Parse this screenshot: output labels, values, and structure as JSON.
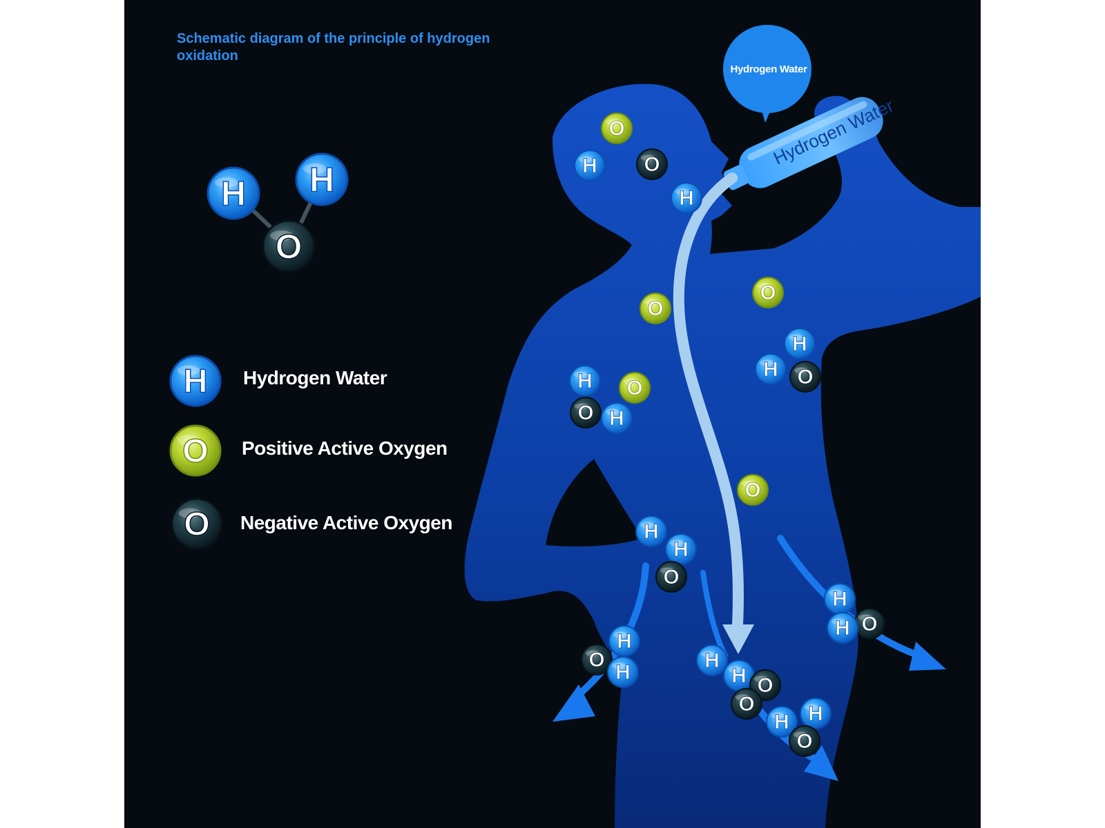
{
  "diagram": {
    "title": "Schematic diagram of the principle of hydrogen oxidation",
    "speech_bubble_text": "Hydrogen Water",
    "bottle_label": "Hydrogen Water",
    "legend": [
      {
        "symbol": "H",
        "label": "Hydrogen Water",
        "color": "#1e90f0"
      },
      {
        "symbol": "O",
        "label": "Positive Active Oxygen",
        "color": "#b5d12c"
      },
      {
        "symbol": "O",
        "label": "Negative Active Oxygen",
        "color": "#1c3a44"
      }
    ],
    "atom_symbols": {
      "hydrogen": "H",
      "oxygen": "O"
    },
    "colors": {
      "background": "#060b12",
      "silhouette": "#0d3fa8",
      "hydrogen": "#1e90f0",
      "positive_oxygen": "#b5d12c",
      "negative_oxygen": "#1c3a44",
      "flow_arrow": "#a9cff0",
      "exit_arrows": "#1a78ee",
      "title": "#2f8ff0"
    }
  }
}
